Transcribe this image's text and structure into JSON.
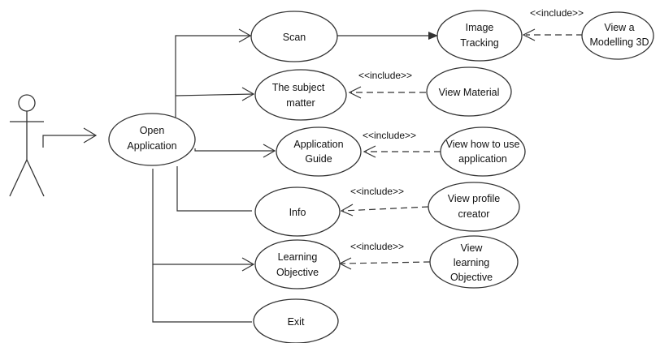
{
  "diagram": {
    "use_cases": {
      "open_application": [
        "Open",
        "Application"
      ],
      "scan": [
        "Scan"
      ],
      "subject_matter": [
        "The subject",
        "matter"
      ],
      "application_guide": [
        "Application",
        "Guide"
      ],
      "info": [
        "Info"
      ],
      "learning_objective": [
        "Learning",
        "Objective"
      ],
      "exit": [
        "Exit"
      ],
      "image_tracking": [
        "Image",
        "Tracking"
      ],
      "view_modelling_3d": [
        "View a",
        "Modelling 3D"
      ],
      "view_material": [
        "View Material"
      ],
      "view_how_to_use": [
        "View how to use",
        "application"
      ],
      "view_profile_creator": [
        "View profile",
        "creator"
      ],
      "view_learning_objective": [
        "View",
        "learning",
        "Objective"
      ]
    },
    "include_label": "<<include>>",
    "colors": {
      "line": "#333333",
      "ellipse_fill": "#ffffff",
      "text": "#111111"
    }
  }
}
